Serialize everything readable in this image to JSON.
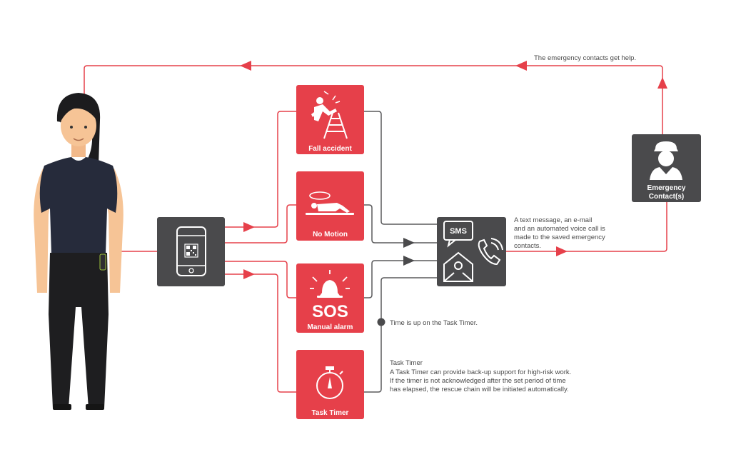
{
  "top_caption": "The emergency contacts get help.",
  "nodes": {
    "fall": "Fall accident",
    "nomotion": "No Motion",
    "sos_big": "SOS",
    "sos": "Manual alarm",
    "timer": "Task Timer",
    "sms_badge": "SMS",
    "contacts": [
      "Emergency",
      "Contact(s)"
    ]
  },
  "notes": {
    "message": [
      "A text message, an e-mail",
      "and an automated voice call is",
      "made to the saved emergency",
      "contacts."
    ],
    "timeup": "Time is up on the Task Timer.",
    "task_timer": [
      "Task Timer",
      "A Task Timer can provide back-up support for high-risk work.",
      "If the timer is not acknowledged after the set period of time",
      "has elapsed, the rescue chain will be initiated automatically."
    ]
  },
  "colors": {
    "red": "#e6404a",
    "dark": "#4a4a4c",
    "line_dark": "#5a5a5c"
  },
  "icons": [
    "person-figure",
    "phone-icon",
    "qr-code-icon",
    "falling-person-icon",
    "ladder-icon",
    "lying-person-icon",
    "alarm-bell-icon",
    "stopwatch-icon",
    "sms-bubble-icon",
    "envelope-icon",
    "phone-handset-icon",
    "worker-icon"
  ]
}
